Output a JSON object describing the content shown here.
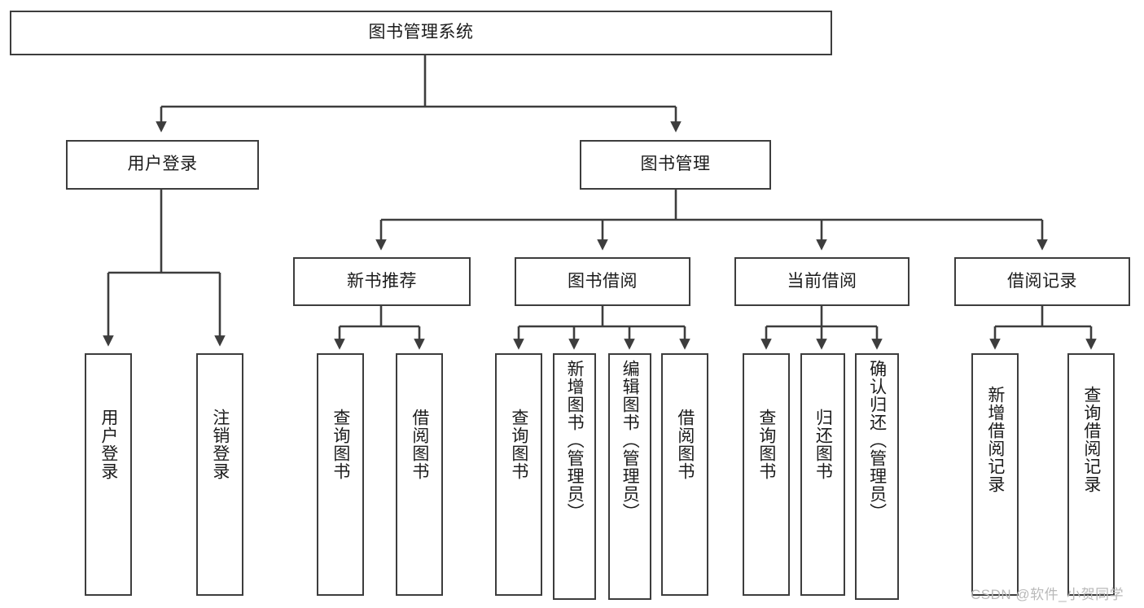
{
  "diagram": {
    "title": "图书管理系统",
    "type": "hierarchy-tree",
    "watermark": "CSDN @软件_小贺同学",
    "colors": {
      "stroke": "#3d3d3d",
      "fill": "#ffffff",
      "text": "#1b1b1b",
      "watermark": "#b9b9b9"
    },
    "nodes": {
      "root": {
        "label": "图书管理系统"
      },
      "level2": [
        {
          "id": "user-login",
          "label": "用户登录"
        },
        {
          "id": "book-manage",
          "label": "图书管理"
        }
      ],
      "level3": [
        {
          "id": "new-book-recommend",
          "label": "新书推荐"
        },
        {
          "id": "book-borrow",
          "label": "图书借阅"
        },
        {
          "id": "current-borrow",
          "label": "当前借阅"
        },
        {
          "id": "borrow-record",
          "label": "借阅记录"
        }
      ],
      "leaves": {
        "user_login": [
          {
            "id": "leaf-user-login",
            "label": "用户登录"
          },
          {
            "id": "leaf-logout-login",
            "label": "注销登录"
          }
        ],
        "new_book_recommend": [
          {
            "id": "leaf-query-book-1",
            "label": "查询图书"
          },
          {
            "id": "leaf-borrow-book-1",
            "label": "借阅图书"
          }
        ],
        "book_borrow": [
          {
            "id": "leaf-query-book-2",
            "label": "查询图书"
          },
          {
            "id": "leaf-add-book",
            "label": "新增图书（管理员）"
          },
          {
            "id": "leaf-edit-book",
            "label": "编辑图书（管理员）"
          },
          {
            "id": "leaf-borrow-book-2",
            "label": "借阅图书"
          }
        ],
        "current_borrow": [
          {
            "id": "leaf-query-book-3",
            "label": "查询图书"
          },
          {
            "id": "leaf-return-book",
            "label": "归还图书"
          },
          {
            "id": "leaf-confirm-return",
            "label": "确认归还（管理员）"
          }
        ],
        "borrow_record": [
          {
            "id": "leaf-add-record",
            "label": "新增借阅记录"
          },
          {
            "id": "leaf-query-record",
            "label": "查询借阅记录"
          }
        ]
      }
    }
  }
}
